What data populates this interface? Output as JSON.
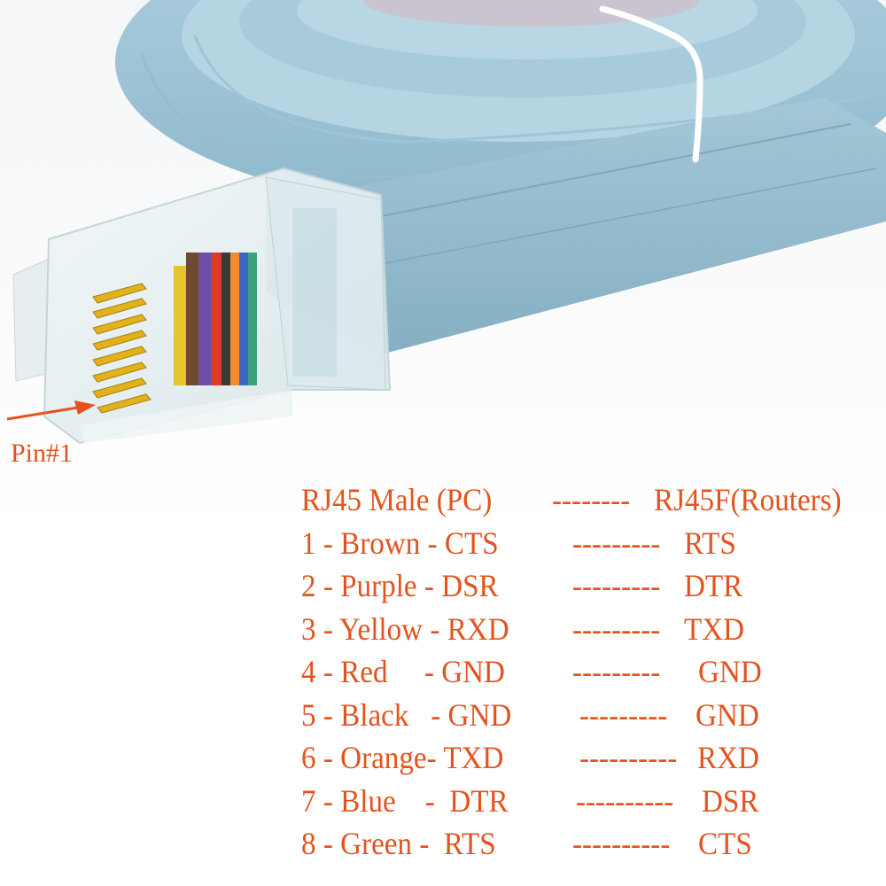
{
  "image": {
    "subject": "Light blue flat RJ45 console cable coiled, with clear RJ45 male connector in foreground",
    "colors": {
      "cable": "#9cc3d6",
      "cable_shadow": "#7fa9bd",
      "text_accent": "#e4531d",
      "pin_gold": "#e2b21a",
      "background": "#ffffff"
    }
  },
  "annotation": {
    "pin_label": "Pin#1",
    "arrow_icon": "arrow-right-icon"
  },
  "pinout": {
    "header": {
      "left": "RJ45 Male (PC)",
      "dash": "--------",
      "right": "RJ45F(Routers)"
    },
    "rows": [
      {
        "pin": "1",
        "color": "Brown",
        "left_signal": "CTS",
        "dash": "---------",
        "right_signal": "RTS",
        "text": "1 - Brown - CTS"
      },
      {
        "pin": "2",
        "color": "Purple",
        "left_signal": "DSR",
        "dash": "---------",
        "right_signal": "DTR",
        "text": "2 - Purple - DSR"
      },
      {
        "pin": "3",
        "color": "Yellow",
        "left_signal": "RXD",
        "dash": "---------",
        "right_signal": "TXD",
        "text": "3 - Yellow - RXD"
      },
      {
        "pin": "4",
        "color": "Red",
        "left_signal": "GND",
        "dash": "---------",
        "right_signal": "GND",
        "text": "4 - Red     - GND"
      },
      {
        "pin": "5",
        "color": "Black",
        "left_signal": "GND",
        "dash": "---------",
        "right_signal": "GND",
        "text": "5 - Black   - GND"
      },
      {
        "pin": "6",
        "color": "Orange",
        "left_signal": "TXD",
        "dash": "----------",
        "right_signal": "RXD",
        "text": "6 - Orange- TXD"
      },
      {
        "pin": "7",
        "color": "Blue",
        "left_signal": "DTR",
        "dash": "----------",
        "right_signal": "DSR",
        "text": "7 - Blue    -  DTR"
      },
      {
        "pin": "8",
        "color": "Green",
        "left_signal": "RTS",
        "dash": "----------",
        "right_signal": "CTS",
        "text": "8 - Green -  RTS"
      }
    ]
  }
}
